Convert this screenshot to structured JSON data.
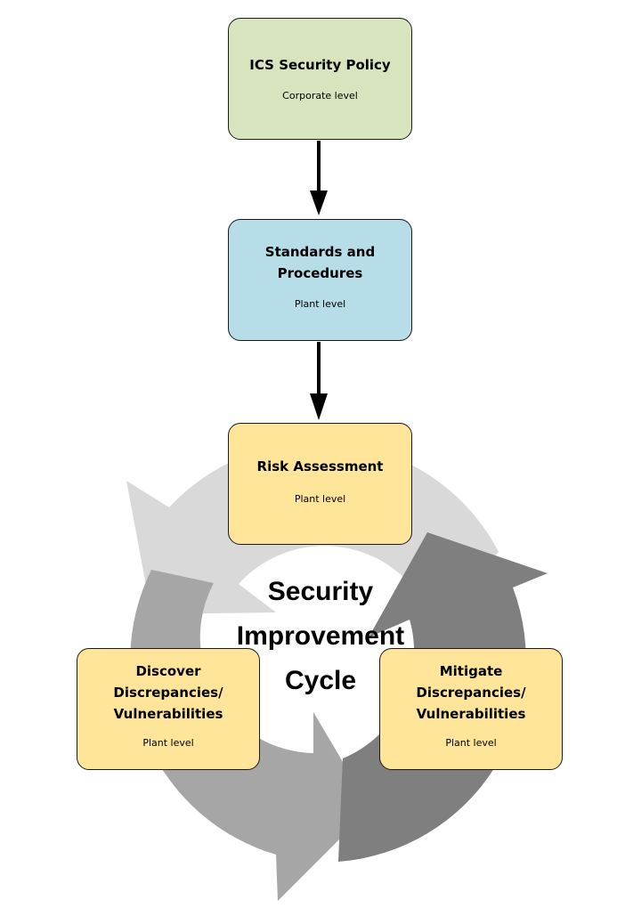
{
  "boxes": {
    "policy": {
      "title": "ICS Security Policy",
      "level": "Corporate level",
      "fill": "#d7e4bd"
    },
    "standards": {
      "title_line1": "Standards and",
      "title_line2": "Procedures",
      "level": "Plant level",
      "fill": "#b7dde8"
    },
    "risk": {
      "title": "Risk Assessment",
      "level": "Plant level",
      "fill": "#fee599"
    },
    "discover": {
      "title_line1": "Discover",
      "title_line2": "Discrepancies/",
      "title_line3": "Vulnerabilities",
      "level": "Plant level",
      "fill": "#fee599"
    },
    "mitigate": {
      "title_line1": "Mitigate",
      "title_line2": "Discrepancies/",
      "title_line3": "Vulnerabilities",
      "level": "Plant level",
      "fill": "#fee599"
    }
  },
  "cycle": {
    "line1": "Security",
    "line2": "Improvement",
    "line3": "Cycle",
    "colors": {
      "light": "#d9d9d9",
      "medium": "#a6a6a6",
      "dark": "#7f7f7f"
    }
  },
  "connector_color": "#000000"
}
